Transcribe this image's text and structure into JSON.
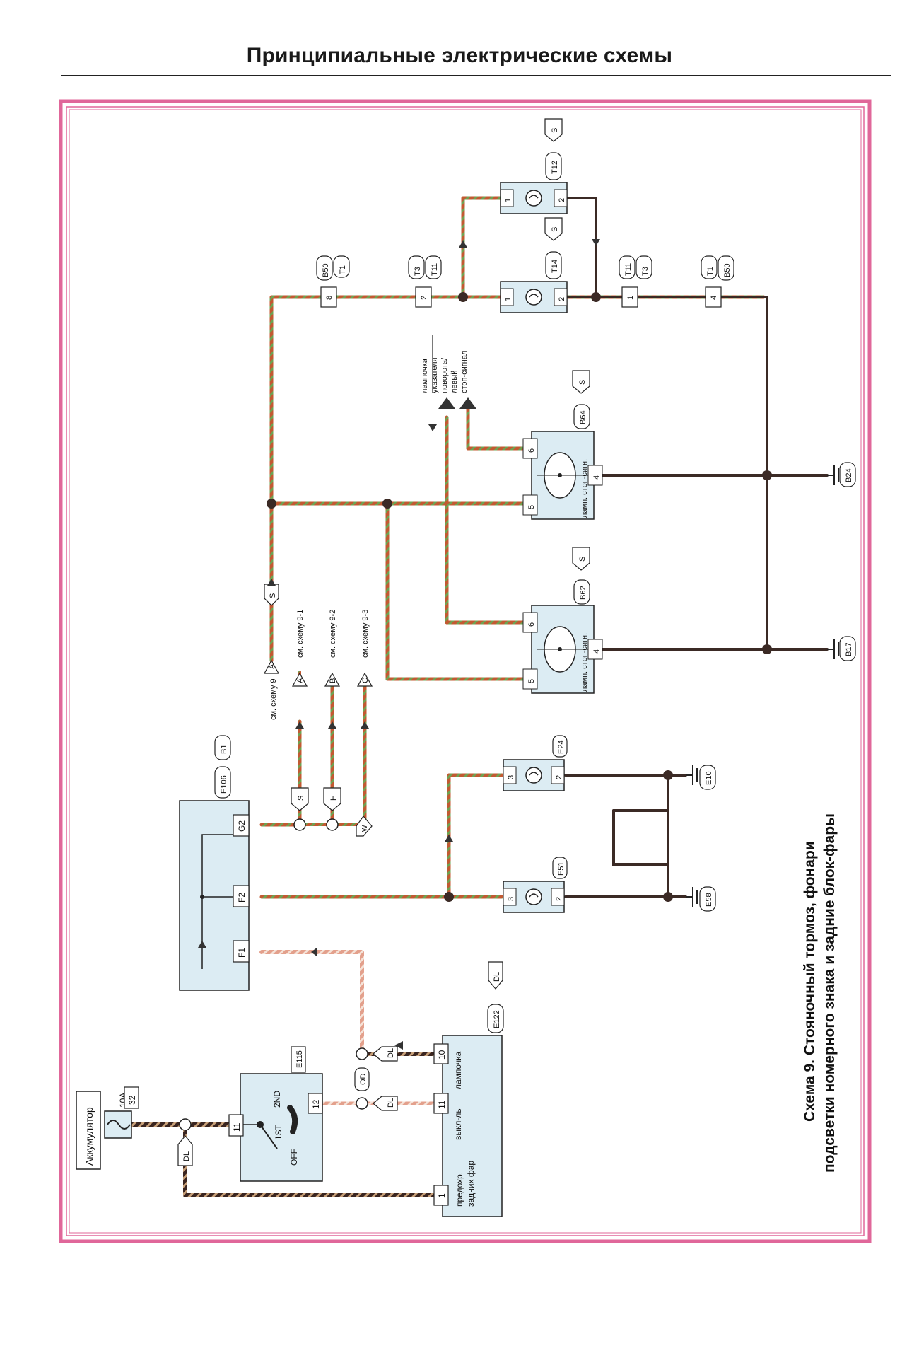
{
  "header": {
    "title": "Принципиальные электрические схемы"
  },
  "caption": {
    "line1": "Схема 9. Стояночный тормоз, фонари",
    "line2": "подсветки номерного знака и задние блок-фары"
  },
  "battery": {
    "label": "Аккумулятор",
    "fuse_rating": "10A",
    "fuse_number": "32"
  },
  "switch_e115": {
    "ref": "E115",
    "pin_in": "11",
    "pin_out": "12",
    "pos_off": "OFF",
    "pos_1st": "1ST",
    "pos_2nd": "2ND"
  },
  "relay_e122": {
    "ref": "E122",
    "tag": "DL",
    "pin1": "1",
    "pin11": "11",
    "pin10": "10",
    "text1": "предохр.",
    "text2": "задних фар",
    "text3": "выкл-ль",
    "text4": "лампочка"
  },
  "module_e106": {
    "ref": "E106",
    "tag": "B1",
    "pin_f1": "F1",
    "pin_f2": "F2",
    "pin_g2": "G2"
  },
  "wire_tags": {
    "dl": "DL",
    "od": "OD",
    "s": "S",
    "h": "H",
    "w": "W"
  },
  "refs": {
    "a": "A",
    "b": "B",
    "c": "C",
    "a_out": "см. схему 9",
    "a_in": "см. схему 9-1",
    "b_in": "см. схему 9-2",
    "c_in": "см. схему 9-3"
  },
  "lamp_b62": {
    "ref": "B62",
    "tag": "S",
    "pin5": "5",
    "pin6": "6",
    "pin4": "4",
    "label": "ламп. стоп-сигн."
  },
  "lamp_b64": {
    "ref": "B64",
    "tag": "S",
    "pin5": "5",
    "pin6": "6",
    "pin4": "4",
    "label": "ламп. стоп-сигн."
  },
  "plate_e51": {
    "ref": "E51",
    "pin3": "3",
    "pin2": "2"
  },
  "plate_e24": {
    "ref": "E24",
    "pin3": "3",
    "pin2": "2"
  },
  "grounds": {
    "e58": "E58",
    "e10": "E10",
    "b17": "B17",
    "b24": "B24"
  },
  "connectors": {
    "b50_top": {
      "pin": "8",
      "ref1": "B50",
      "ref2": "T1"
    },
    "t3_top": {
      "pin": "2",
      "ref1": "T3",
      "ref2": "T11"
    },
    "t11_bottom": {
      "pin": "1",
      "ref1": "T11",
      "ref2": "T3"
    },
    "b50_bottom": {
      "pin": "4",
      "ref1": "T1",
      "ref2": "B50"
    }
  },
  "lamp_t14": {
    "ref": "T14",
    "tag": "S",
    "pin1": "1",
    "pin2": "2"
  },
  "lamp_t12": {
    "ref": "T12",
    "tag": "S",
    "pin1": "1",
    "pin2": "2"
  },
  "note_turn": {
    "line1": "лампочка",
    "line2": "указателя",
    "line3": "поворота/",
    "line4": "левый",
    "line5": "стоп-сигнал"
  },
  "colors": {
    "frame": "#e0679a",
    "panel": "#dcecf3",
    "wire_red_green": "#c9643a",
    "wire_black": "#3b2a25",
    "wire_pink": "#d88a78"
  }
}
